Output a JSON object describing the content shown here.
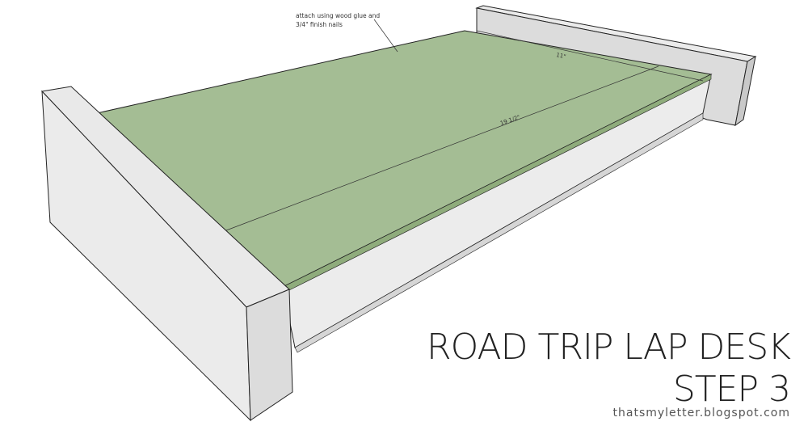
{
  "diagram": {
    "callout_line1": "attach using wood glue and",
    "callout_line2": "3/4\" finish nails",
    "dim_width": "11\"",
    "dim_length": "19 1/2\""
  },
  "title": {
    "line1": "ROAD TRIP LAP DESK",
    "line2": "STEP 3"
  },
  "credit": "thatsmyletter.blogspot.com",
  "colors": {
    "top_panel": "#a4bd94",
    "top_panel_edge": "#8fac7c",
    "wood_light": "#ebebeb",
    "wood_mid": "#d9d9d9",
    "wood_dark": "#c8c8c8",
    "outline": "#222222"
  }
}
